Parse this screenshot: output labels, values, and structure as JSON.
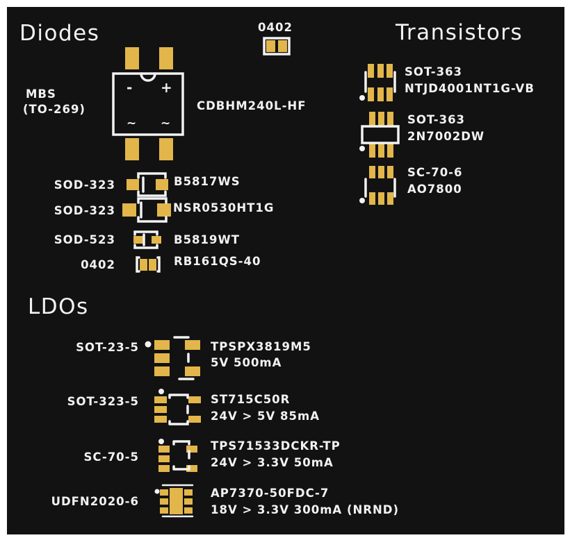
{
  "colors": {
    "board": "#121212",
    "pad": "#e2b64a",
    "silk": "#f2f2f2"
  },
  "sections": {
    "diodes": "Diodes",
    "transistors": "Transistors",
    "ldos": "LDOs"
  },
  "top_part": {
    "package": "0402"
  },
  "bridge": {
    "package_line1": "MBS",
    "package_line2": "(TO-269)",
    "part": "CDBHM240L-HF",
    "pin_minus": "-",
    "pin_plus": "+",
    "pin_ac1": "~",
    "pin_ac2": "~"
  },
  "diodes": [
    {
      "package": "SOD-323",
      "part": "B5817WS"
    },
    {
      "package": "SOD-323",
      "part": "NSR0530HT1G"
    },
    {
      "package": "SOD-523",
      "part": "B5819WT"
    },
    {
      "package": "0402",
      "part": "RB161QS-40"
    }
  ],
  "transistors": [
    {
      "package": "SOT-363",
      "part": "NTJD4001NT1G-VB"
    },
    {
      "package": "SOT-363",
      "part": "2N7002DW"
    },
    {
      "package": "SC-70-6",
      "part": "AO7800"
    }
  ],
  "ldos": [
    {
      "package": "SOT-23-5",
      "part": "TPSPX3819M5",
      "spec": "5V 500mA"
    },
    {
      "package": "SOT-323-5",
      "part": "ST715C50R",
      "spec": "24V > 5V 85mA"
    },
    {
      "package": "SC-70-5",
      "part": "TPS71533DCKR-TP",
      "spec": "24V > 3.3V 50mA"
    },
    {
      "package": "UDFN2020-6",
      "part": "AP7370-50FDC-7",
      "spec": "18V > 3.3V 300mA (NRND)"
    }
  ]
}
